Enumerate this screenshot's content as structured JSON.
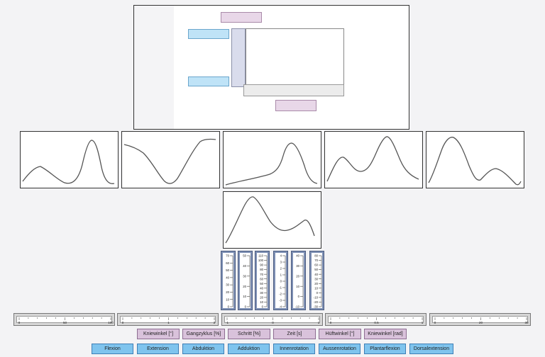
{
  "vertical_scales": [
    {
      "ticks": [
        "70",
        "60",
        "50",
        "40",
        "30",
        "20",
        "10",
        "0"
      ]
    },
    {
      "ticks": [
        "50",
        "40",
        "30",
        "20",
        "10",
        "0"
      ]
    },
    {
      "ticks": [
        "110",
        "100",
        "90",
        "80",
        "70",
        "60",
        "50",
        "40",
        "30",
        "20",
        "10",
        "0"
      ]
    },
    {
      "ticks": [
        "4",
        "3",
        "2",
        "1",
        "0",
        "-1",
        "-2",
        "-3",
        "-4"
      ]
    },
    {
      "ticks": [
        "40",
        "30",
        "20",
        "10",
        "0",
        "-10"
      ]
    },
    {
      "ticks": [
        "80",
        "70",
        "60",
        "50",
        "40",
        "30",
        "20",
        "10",
        "0",
        "-10",
        "-20",
        "-30"
      ]
    }
  ],
  "horizontal_scales": [
    {
      "labels": [
        "0",
        "50",
        "100"
      ]
    },
    {
      "labels": [
        "0",
        "1",
        "2"
      ]
    },
    {
      "labels": [
        "-1",
        "0",
        "1"
      ]
    },
    {
      "labels": [
        "0",
        "0.5",
        "1"
      ]
    },
    {
      "labels": [
        "0",
        "20",
        "30"
      ]
    }
  ],
  "unit_buttons": [
    "Kniewinkel [°]",
    "Gangzyklus [%]",
    "Schritt [%]",
    "Zeit [s]",
    "Hüftwinkel [°]",
    "Kniewinkel [rad]"
  ],
  "motion_buttons": [
    "Flexion",
    "Extension",
    "Abduktion",
    "Adduktion",
    "Innenrotation",
    "Aussenrotation",
    "Plantarflexion",
    "Dorsalextension"
  ],
  "colors": {
    "unit_button": "#d9c2db",
    "motion_button": "#7fc4ee",
    "scale_frame": "#7d8fb4",
    "curve": "#555555"
  }
}
